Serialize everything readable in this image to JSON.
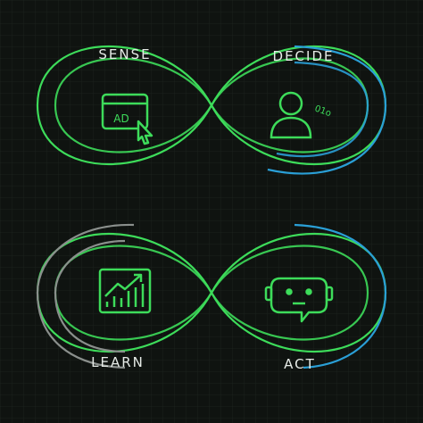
{
  "diagram": {
    "stages": [
      {
        "id": "sense",
        "label": "SENSE",
        "icon": "ad-browser-cursor-icon",
        "color": "#3ddc5a"
      },
      {
        "id": "decide",
        "label": "DECIDE",
        "icon": "user-binary-icon",
        "color": "#3ddc5a"
      },
      {
        "id": "learn",
        "label": "LEARN",
        "icon": "chart-growth-icon",
        "color": "#3ddc5a"
      },
      {
        "id": "act",
        "label": "ACT",
        "icon": "robot-chat-icon",
        "color": "#3ddc5a"
      }
    ],
    "ad_text": "AD",
    "binary_text": "01o",
    "colors": {
      "background": "#0f1310",
      "grid": "#1b211d",
      "green": "#3ddc5a",
      "blue": "#2a9fd6",
      "gray": "#8a8f8c",
      "label": "#e6ebe7"
    }
  }
}
